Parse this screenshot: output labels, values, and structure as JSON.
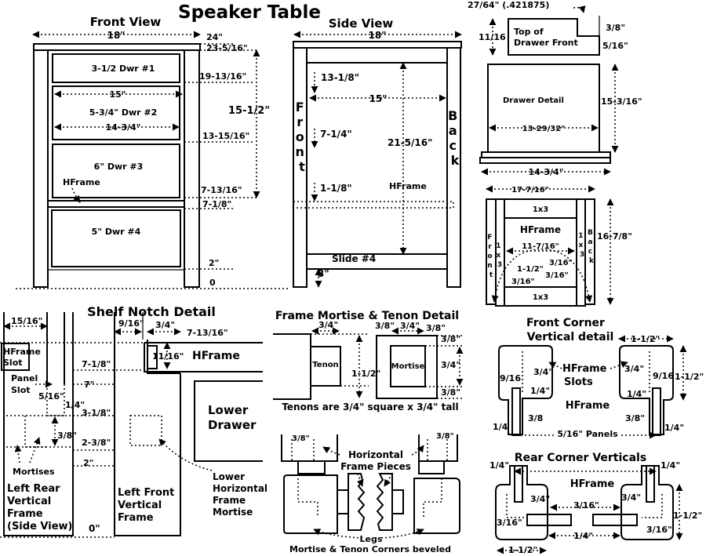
{
  "title": "Speaker Table",
  "front_view": {
    "heading": "Front View",
    "width": "18\"",
    "dim_24": "24\"",
    "dim_23_5_16": "23-5/16\"",
    "dim_19_13_16": "19-13/16\"",
    "dim_15_1_2": "15-1/2\"",
    "dim_13_15_16": "13-15/16\"",
    "dim_7_13_16": "7-13/16\"",
    "dim_7_1_8": "7-1/8\"",
    "dim_2": "2\"",
    "dim_0": "0",
    "dwr1": "3-1/2 Dwr #1",
    "dwr2": "5-3/4\" Dwr #2",
    "dwr2_w_outer": "15\"",
    "dwr2_w_inner": "14-3/4\"",
    "dwr3": "6\" Dwr #3",
    "hframe": "HFrame",
    "dwr4": "5\" Dwr #4"
  },
  "side_view": {
    "heading": "Side View",
    "width": "18\"",
    "front_label": [
      "F",
      "r",
      "o",
      "n",
      "t"
    ],
    "back_label": [
      "B",
      "a",
      "c",
      "k"
    ],
    "dim_13_1_8": "13-1/8\"",
    "dim_15": "15\"",
    "dim_7_1_4": "7-1/4\"",
    "dim_21_5_16": "21-5/16\"",
    "dim_1_1_8": "1-1/8\"",
    "hframe": "HFrame",
    "slide": "Slide #4",
    "dim_3": "3\""
  },
  "drawer_detail": {
    "dim_27_64": "27/64\" (.421875)",
    "dim_11_16": "11/16",
    "top_label_1": "Top of",
    "top_label_2": "Drawer Front",
    "dim_3_8": "3/8\"",
    "dim_5_16": "5/16\"",
    "label": "Drawer Detail",
    "dim_15_3_16": "15-3/16\"",
    "dim_13_29_32": "13-29/32\"",
    "dim_14_3_4": "14-3/4\""
  },
  "hframe_plan": {
    "dim_17_7_16": "17-7/16\"",
    "top_1x3": "1x3",
    "bottom_1x3": "1x3",
    "label": "HFrame",
    "front_label": [
      "F",
      "r",
      "o",
      "n",
      "t"
    ],
    "left_1x3": [
      "1",
      "x",
      "3"
    ],
    "right_1x3": [
      "1",
      "x",
      "3"
    ],
    "back_label": [
      "B",
      "a",
      "c",
      "k"
    ],
    "dim_11_7_16": "11-7/16\"",
    "dim_16_7_8": "16-7/8\"",
    "dim_3_16a": "3/16\"",
    "dim_1_1_2": "1-1/2\"",
    "dim_3_16b": "3/16\"",
    "dim_3_16c": "3/16\""
  },
  "shelf_notch": {
    "heading": "Shelf Notch Detail",
    "dim_15_16": "15/16\"",
    "dim_9_16": "9/16\"",
    "dim_3_4": "3/4\"",
    "dim_7_13_16": "7-13/16\"",
    "hframe_slot_1": "HFrame",
    "hframe_slot_2": "Slot",
    "dim_11_16": "11/16\"",
    "hframe": "HFrame",
    "dim_7_1_8": "7-1/8\"",
    "panel_slot_1": "Panel",
    "panel_slot_2": "Slot",
    "dim_7": "7\"",
    "dim_5_16": "5/16\"",
    "dim_1_4": "1/4\"",
    "dim_3_1_8": "3-1/8\"",
    "lower_drawer_1": "Lower",
    "lower_drawer_2": "Drawer",
    "dim_3_8": "3/8\"",
    "dim_2_3_8": "2-3/8\"",
    "dim_2": "2\"",
    "mortises": "Mortises",
    "left_rear": [
      "Left Rear",
      "Vertical",
      "Frame",
      "(Side View)"
    ],
    "left_front": [
      "Left Front",
      "Vertical",
      "Frame"
    ],
    "lower_hframe": [
      "Lower",
      "Horizontal",
      "Frame",
      "Mortise"
    ],
    "dim_0": "0\""
  },
  "mortise_tenon": {
    "heading": "Frame Mortise & Tenon Detail",
    "dim_3_4a": "3/4\"",
    "dim_3_8a": "3/8\"",
    "dim_3_4b": "3/4\"",
    "dim_3_8b": "3/8\"",
    "dim_3_8c": "3/8\"",
    "tenon": "Tenon",
    "dim_1_1_2": "1-1/2\"",
    "mortise": "Mortise",
    "dim_3_4c": "3/4\"",
    "dim_3_8d": "3/8\"",
    "note": "Tenons are 3/4\" square x 3/4\" tall"
  },
  "legs_detail": {
    "dim_3_8a": "3/8\"",
    "dim_3_8b": "3/8\"",
    "horizontal_1": "Horizontal",
    "horizontal_2": "Frame Pieces",
    "legs": "Legs",
    "beveled": "Mortise & Tenon Corners beveled"
  },
  "front_corner": {
    "heading_1": "Front Corner",
    "heading_2": "Vertical detail",
    "dim_1_1_2a": "1-1/2\"",
    "dim_3_4a": "3/4\"",
    "slots_1": "HFrame",
    "slots_2": "Slots",
    "dim_3_4b": "3/4\"",
    "dim_9_16a": "9/16",
    "dim_1_4a": "1/4\"",
    "dim_9_16b": "9/16",
    "dim_1_1_2b": "1-1/2\"",
    "dim_1_4b": "1/4\"",
    "hframe": "HFrame",
    "dim_1_4c": "1/4",
    "dim_3_8a": "3/8",
    "dim_3_8b": "3/8\"",
    "dim_1_4d": "1/4\"",
    "panels": "5/16\" Panels"
  },
  "rear_corner": {
    "heading": "Rear Corner Verticals",
    "dim_1_4a": "1/4\"",
    "dim_1_4b": "1/4\"",
    "hframe": "HFrame",
    "dim_3_4a": "3/4\"",
    "dim_3_16a": "3/16\"",
    "dim_3_4b": "3/4\"",
    "dim_1_1_2a": "1-1/2\"",
    "dim_3_16b": "3/16\"",
    "dim_3_16c": "3/16\"",
    "dim_1_4c": "1/4\"",
    "dim_1_1_2b": "1-1/2\""
  }
}
